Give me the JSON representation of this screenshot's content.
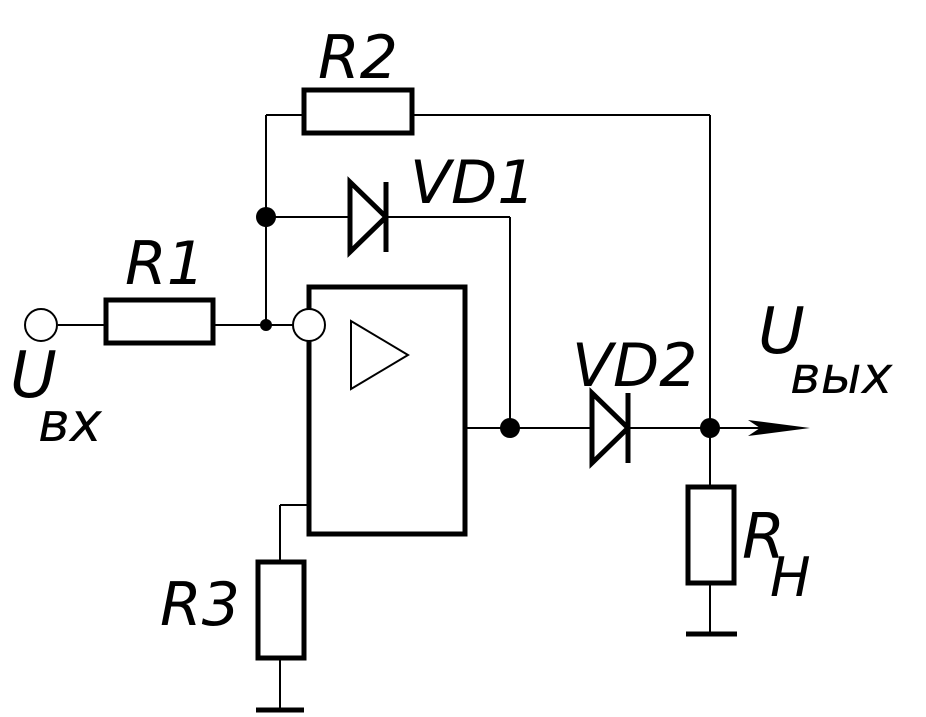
{
  "labels": {
    "r1": "R1",
    "r2": "R2",
    "r3": "R3",
    "vd1": "VD1",
    "vd2": "VD2",
    "rh_main": "R",
    "rh_sub": "H",
    "uin_main": "U",
    "uin_sub": "вх",
    "uout_main": "U",
    "uout_sub": "вых"
  },
  "colors": {
    "ink": "#000000",
    "background": "#ffffff"
  }
}
